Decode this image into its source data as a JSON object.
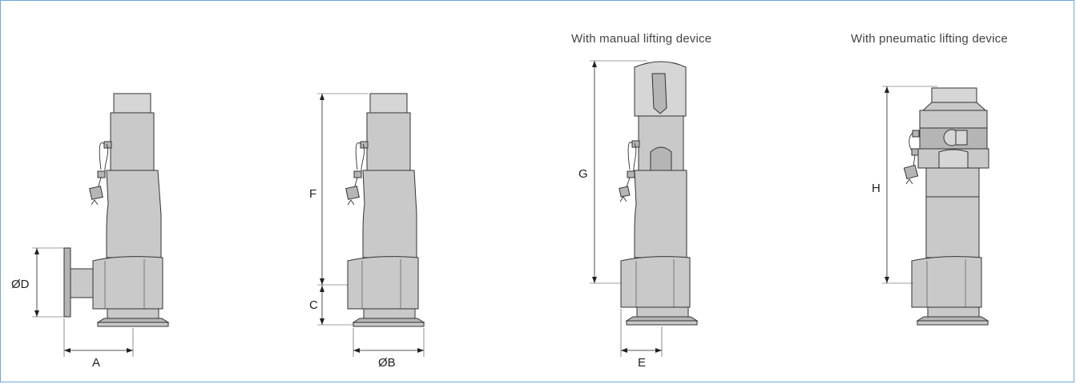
{
  "captions": {
    "manual": "With manual lifting device",
    "pneumatic": "With pneumatic lifting device"
  },
  "dimensions": {
    "a": "A",
    "b": "ØB",
    "c": "C",
    "d": "ØD",
    "e": "E",
    "f": "F",
    "g": "G",
    "h": "H"
  },
  "colors": {
    "border": "#6fa8dc",
    "body": "#c9c9c9",
    "outline": "#333333"
  }
}
